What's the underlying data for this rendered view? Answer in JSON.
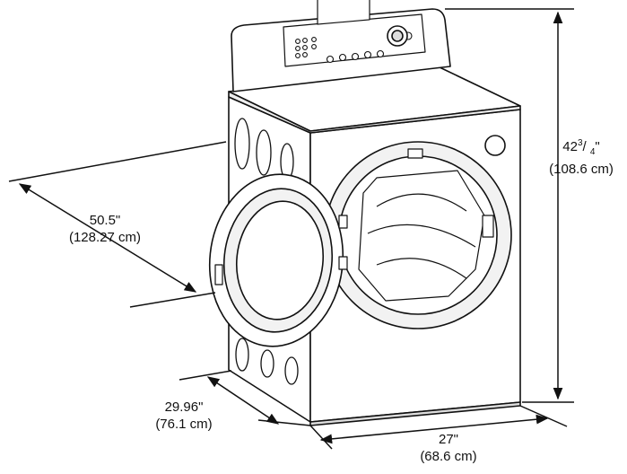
{
  "dimensions": {
    "depth": {
      "imperial": "50.5\"",
      "metric": "(128.27 cm)"
    },
    "height": {
      "whole": "42",
      "numerator": "3",
      "denominator": "4",
      "inch_mark": "\"",
      "metric": "(108.6 cm)"
    },
    "side_depth": {
      "imperial": "29.96\"",
      "metric": "(76.1 cm)"
    },
    "width": {
      "imperial": "27\"",
      "metric": "(68.6 cm)"
    }
  },
  "colors": {
    "line": "#111111",
    "fill": "#ffffff",
    "shade": "#e6e6e6"
  }
}
